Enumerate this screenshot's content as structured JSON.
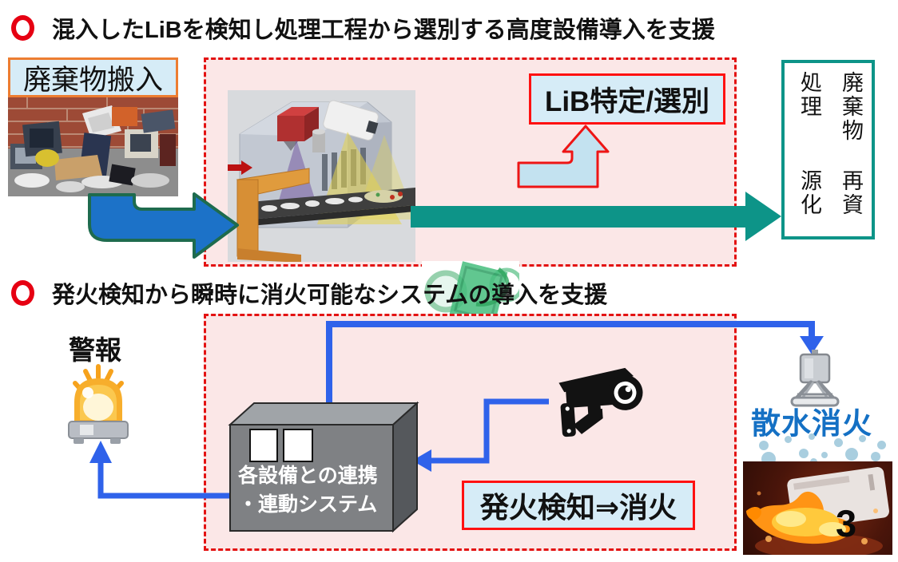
{
  "page": {
    "number": "3"
  },
  "colors": {
    "dashed_border": "#E31212",
    "panel_pink": "#FBE7E7",
    "label_blue_bg": "#D6ECF7",
    "label_red_border": "#FF1111",
    "waste_label_border": "#ED7D31",
    "teal_arrow": "#0D9488",
    "flow_arrow_blue": "#1C72C8",
    "flow_arrow_outline": "#1E6B4E",
    "connector_blue": "#2F62EA",
    "spray_text_blue": "#1470C4"
  },
  "section1": {
    "headline": "混入したLiBを検知し処理工程から選別する高度設備導入を支援",
    "waste_label": "廃棄物搬入",
    "lib_label": "LiB特定/選別",
    "result_line1": "廃棄物処理",
    "result_line2": "再資源化",
    "images": {
      "waste_photo": "electronic-waste-pile",
      "machine": "lib-detection-sorting-machine",
      "xray": "xray-scan-of-waste"
    }
  },
  "section2": {
    "headline": "発火検知から瞬時に消火可能なシステムの導入を支援",
    "alarm_label": "警報",
    "controller_line1": "各設備との連携",
    "controller_line2": "・連動システム",
    "detect_label": "発火検知⇒消火",
    "spray_label": "散水消火",
    "images": {
      "fire_photo": "burning-battery"
    }
  },
  "icons": {
    "alarm": "rotating-beacon-light",
    "camera": "surveillance-camera",
    "sprinkler": "sprinkler-head",
    "droplets": "water-droplets"
  }
}
